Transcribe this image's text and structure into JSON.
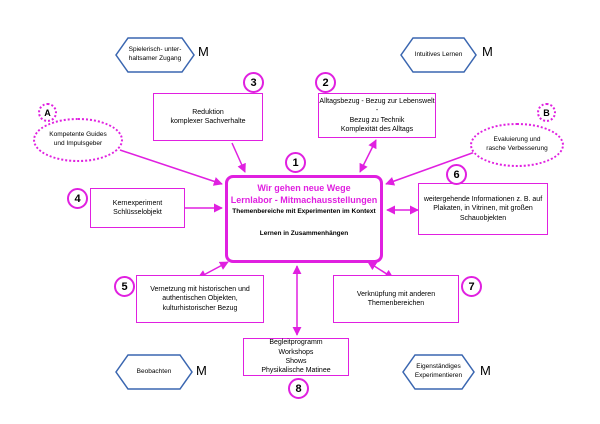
{
  "center": {
    "number": "1",
    "title_line1": "Wir gehen neue Wege",
    "title_line2": "Lernlabor - Mitmachausstellungen",
    "sub1": "Themenbereiche mit Experimenten im Kontext",
    "sub2": "Lernen in Zusammenhängen"
  },
  "boxes": {
    "b2": {
      "number": "2",
      "text": "Alltagsbezug - Bezug zur Lebenswelt -\nBezug zu Technik\nKomplexität des Alltags"
    },
    "b3": {
      "number": "3",
      "text": "Reduktion\nkomplexer Sachverhalte"
    },
    "b4": {
      "number": "4",
      "text": "Kernexperiment\nSchlüsselobjekt"
    },
    "b5": {
      "number": "5",
      "text": "Vernetzung mit historischen und\nauthentischen Objekten,\nkulturhistorischer Bezug"
    },
    "b6": {
      "number": "6",
      "text": "weitergehende Informationen z. B. auf\nPlakaten, in Vitrinen, mit großen\nSchauobjekten"
    },
    "b7": {
      "number": "7",
      "text": "Verknüpfung mit anderen\nThemenbereichen"
    },
    "b8": {
      "number": "8",
      "text": "Begleitprogramm\nWorkshops\nShows\nPhysikalische Matinee"
    }
  },
  "ovals": {
    "a": {
      "letter": "A",
      "text": "Kompetente Guides\nund Impulsgeber"
    },
    "b": {
      "letter": "B",
      "text": "Evaluierung und\nrasche Verbesserung"
    }
  },
  "hexagons": {
    "tl": {
      "text": "Spielerisch- unter-\nhaltsamer Zugang",
      "mark": "M"
    },
    "tr": {
      "text": "Intuitives Lernen",
      "mark": "M"
    },
    "bl": {
      "text": "Beobachten",
      "mark": "M"
    },
    "br": {
      "text": "Eigenständiges\nExperimentieren",
      "mark": "M"
    }
  },
  "colors": {
    "accent": "#e020e0",
    "hexagon": "#3a66b0"
  }
}
